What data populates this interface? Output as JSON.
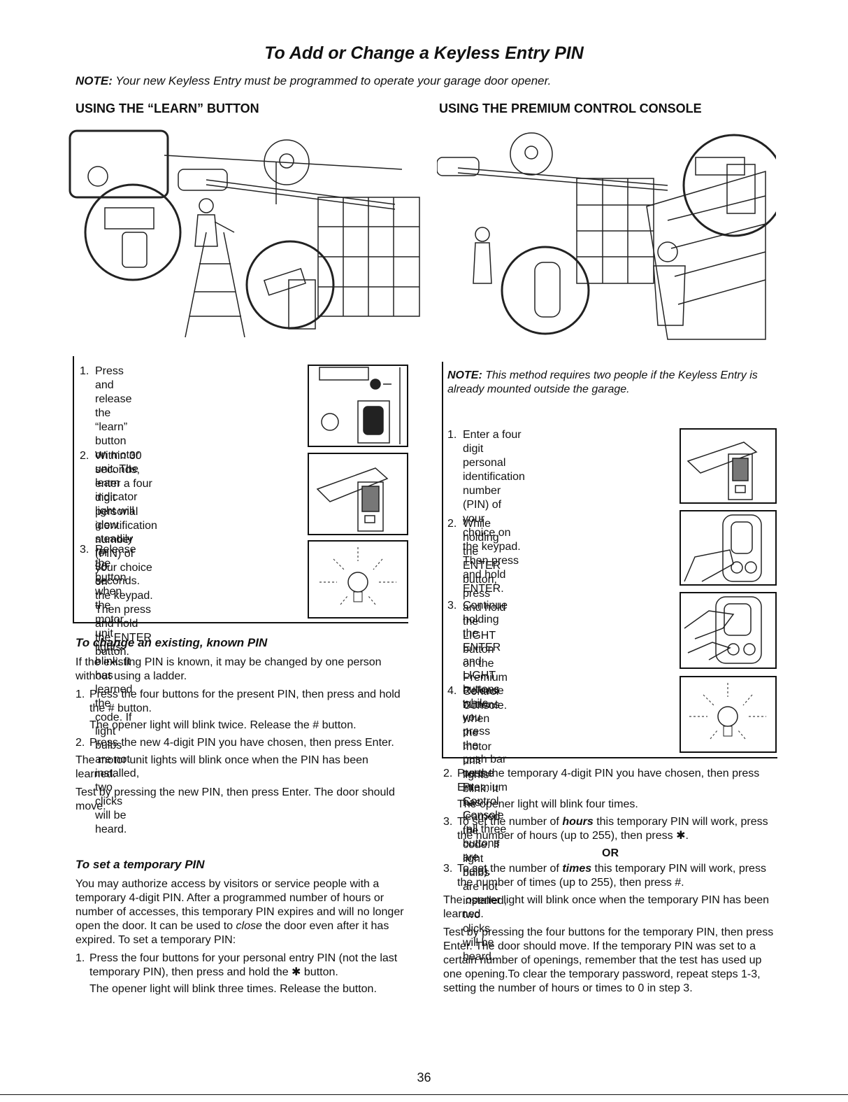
{
  "page": {
    "title": "To Add or Change a Keyless Entry PIN",
    "note_label": "NOTE:",
    "note_text": " Your new Keyless Entry must be programmed to operate your garage door opener.",
    "page_number": "36"
  },
  "left": {
    "heading": "USING THE “LEARN” BUTTON",
    "steps": [
      {
        "num": "1.",
        "lines": [
          "Press and release the “learn”",
          "button on motor unit. The learn",
          "indicator light will glow steadily for",
          "30 seconds."
        ]
      },
      {
        "num": "2.",
        "lines": [
          "Within 30 seconds, enter a four",
          "digit personal identification",
          "number (PIN) of your choice on",
          "the keypad. Then press and hold",
          "the ENTER button."
        ]
      },
      {
        "num": "3.",
        "lines": [
          "Release the button when the motor",
          "unit lights blink. It has learned the",
          "code. If light bulbs are not",
          "installed, two clicks will be heard."
        ]
      }
    ],
    "change_heading": "To change an existing, known PIN",
    "change_intro": "If the existing PIN is known, it may be changed by one person without using a ladder.",
    "change_steps": [
      {
        "num": "1.",
        "text": "Press the four buttons for the present PIN, then press and hold the # button.",
        "sub": "The opener light will blink twice. Release the # button."
      },
      {
        "num": "2.",
        "text": "Press the new 4-digit PIN you have chosen, then press Enter.",
        "sub": ""
      }
    ],
    "change_p1": "The motor unit lights will blink once when the PIN has been learned.",
    "change_p2": "Test by pressing the new PIN, then press Enter. The door should move.",
    "temp_heading": "To set a temporary PIN",
    "temp_intro_a": "You may authorize access by visitors or service people with a temporary 4-digit PIN. After a programmed number of hours or number of accesses, this temporary PIN expires and will no longer open the door. It can be used to ",
    "temp_intro_em": "close",
    "temp_intro_b": " the door even after it has expired. To set a temporary PIN:",
    "temp_step1_num": "1.",
    "temp_step1_text": "Press the four buttons for your personal entry PIN (not the last temporary PIN), then press and hold the ✱ button.",
    "temp_step1_sub": "The opener light will blink three times. Release the button."
  },
  "right": {
    "heading": "USING THE PREMIUM CONTROL CONSOLE",
    "note_label": "NOTE:",
    "note_text": " This method requires two people if the Keyless Entry is already mounted outside the garage.",
    "steps": [
      {
        "num": "1.",
        "lines": [
          "Enter a four digit personal",
          "identification number (PIN) of your",
          "choice on the keypad. Then press",
          "and hold ENTER."
        ]
      },
      {
        "num": "2.",
        "lines": [
          "While holding the ENTER button,",
          "press and hold the LIGHT button",
          "on the Premium Control Console."
        ]
      },
      {
        "num": "3.",
        "lines": [
          "Continue holding the ENTER and",
          "LIGHT buttons while you press the",
          "push bar on the Premium Control",
          "Console (all three buttons are",
          "held)."
        ]
      },
      {
        "num": "4.",
        "lines": [
          "Release buttons when the motor",
          "unit lights blink. It has learned the",
          "code. If light bulbs are not",
          "installed, two clicks will be heard."
        ]
      }
    ],
    "temp_step2_num": "2.",
    "temp_step2_text": "Press the temporary 4-digit PIN you have chosen, then press Enter.",
    "temp_step2_sub": "The opener light will blink four times.",
    "temp_step3a_num": "3.",
    "temp_step3a_pre": "To set the number of ",
    "temp_step3a_em": "hours",
    "temp_step3a_post": " this temporary PIN will work, press the number of hours (up to 255), then press ✱.",
    "or_label": "OR",
    "temp_step3b_num": "3.",
    "temp_step3b_pre": "To set the number of ",
    "temp_step3b_em": "times",
    "temp_step3b_post": " this temporary PIN will work, press the number of times (up to 255), then press #.",
    "p1": "The opener light will blink once when the temporary PIN has been learned.",
    "p2": "Test by pressing the four buttons for the temporary PIN, then press Enter. The door should move. If the temporary PIN was set to a certain number of openings, remember that the test has used up one opening.To clear the temporary password, repeat steps 1-3, setting the number of hours or times to 0 in step 3."
  }
}
